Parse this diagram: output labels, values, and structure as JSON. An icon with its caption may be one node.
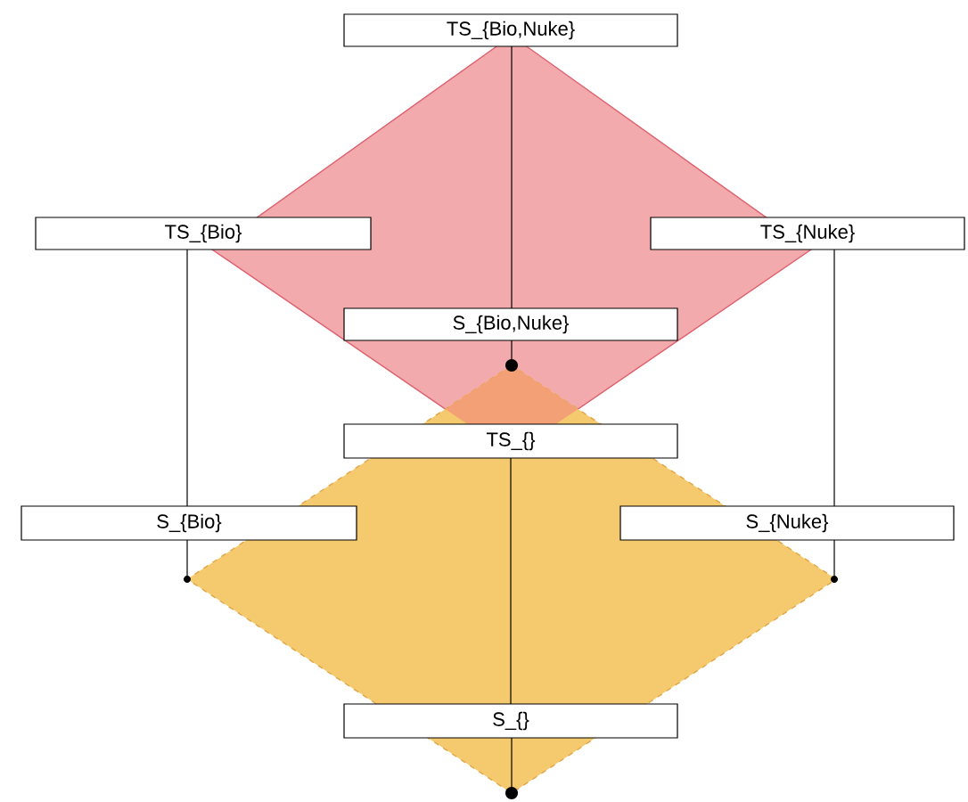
{
  "diagram": {
    "nodes": [
      {
        "text": [
          "TS_{Bio,Nuke}"
        ]
      },
      {
        "text": [
          "TS_{Bio}"
        ]
      },
      {
        "text": [
          "TS_{Nuke}"
        ]
      },
      {
        "text": [
          "S_{Bio,Nuke}"
        ]
      },
      {
        "text": [
          "TS_{}"
        ]
      },
      {
        "text": [
          "S_{Bio}"
        ]
      },
      {
        "text": [
          "S_{Nuke}"
        ]
      },
      {
        "text": [
          "S_{}"
        ]
      }
    ],
    "edges": [
      {
        "from": 0,
        "to": 3,
        "arrow": "none"
      },
      {
        "from": 1,
        "to": 5,
        "arrow": "none"
      },
      {
        "from": 2,
        "to": 6,
        "arrow": "none"
      },
      {
        "from": 4,
        "to": 7,
        "arrow": "none"
      }
    ]
  }
}
